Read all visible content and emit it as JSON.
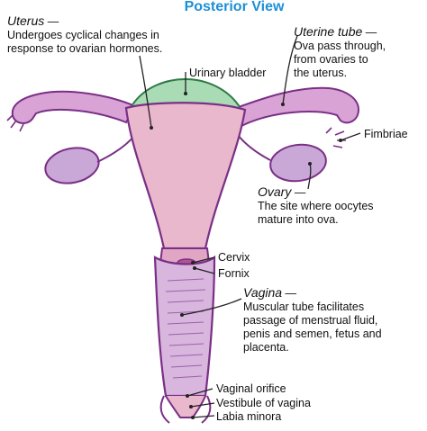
{
  "title": "Posterior View",
  "colors": {
    "title": "#1d8fd6",
    "uterus_fill": "#e9b8cc",
    "tube_fill": "#d9a3d6",
    "outline": "#7a2f86",
    "ovary_fill": "#c9a8d8",
    "bladder_fill": "#a9dcb5",
    "vagina_fill": "#d8b6de",
    "leader_line": "#222222"
  },
  "labels": {
    "uterus": {
      "term": "Uterus",
      "dash": " —",
      "desc": [
        "Undergoes cyclical changes in",
        "response to ovarian hormones."
      ]
    },
    "urinary_bladder": {
      "text": "Urinary bladder"
    },
    "uterine_tube": {
      "term": "Uterine tube",
      "dash": " —",
      "desc": [
        "Ova pass through,",
        "from ovaries to",
        "the uterus."
      ]
    },
    "fimbriae": {
      "text": "Fimbriae"
    },
    "ovary": {
      "term": "Ovary",
      "dash": " —",
      "desc": [
        "The site where oocytes",
        "mature into ova."
      ]
    },
    "cervix": {
      "text": "Cervix"
    },
    "fornix": {
      "text": "Fornix"
    },
    "vagina": {
      "term": "Vagina",
      "dash": " —",
      "desc": [
        "Muscular tube facilitates",
        "passage of menstrual fluid,",
        "penis and semen, fetus and",
        "placenta."
      ]
    },
    "vaginal_orifice": {
      "text": "Vaginal orifice"
    },
    "vestibule": {
      "text": "Vestibule of vagina"
    },
    "labia_minora": {
      "text": "Labia minora"
    }
  }
}
